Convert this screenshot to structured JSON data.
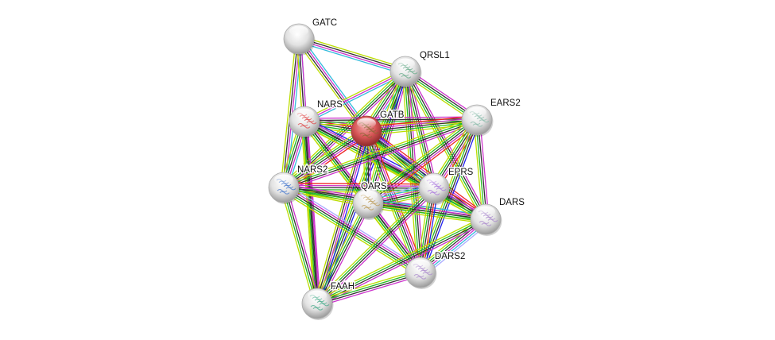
{
  "title": "Protein interaction network",
  "query_node": "GATB",
  "edge_colors": {
    "experiments": "#cc33cc",
    "databases": "#33bbdd",
    "textmining": "#bbdd00",
    "coexpression": "#333333",
    "neighborhood": "#22bb22",
    "fusion": "#ee2222",
    "cooccurrence": "#2222ee",
    "homology": "#aaaaff"
  },
  "nodes": [
    {
      "id": "GATC",
      "label": "GATC",
      "color": "#d8d8d8",
      "query": false,
      "structure": false
    },
    {
      "id": "QRSL1",
      "label": "QRSL1",
      "color": "#e4e4e4",
      "query": false,
      "structure": true,
      "structure_tint": "#66aa88"
    },
    {
      "id": "NARS",
      "label": "NARS",
      "color": "#e4e4e4",
      "query": false,
      "structure": true,
      "structure_tint": "#dd4444"
    },
    {
      "id": "GATB",
      "label": "GATB",
      "color": "#d44a4a",
      "query": true,
      "structure": true,
      "structure_tint": "#886633"
    },
    {
      "id": "EARS2",
      "label": "EARS2",
      "color": "#e4e4e4",
      "query": false,
      "structure": true,
      "structure_tint": "#88bbaa"
    },
    {
      "id": "NARS2",
      "label": "NARS2",
      "color": "#e4e4e4",
      "query": false,
      "structure": true,
      "structure_tint": "#4477cc"
    },
    {
      "id": "QARS",
      "label": "QARS",
      "color": "#e4e4e4",
      "query": false,
      "structure": true,
      "structure_tint": "#bb9955"
    },
    {
      "id": "EPRS",
      "label": "EPRS",
      "color": "#e4e4e4",
      "query": false,
      "structure": true,
      "structure_tint": "#aa77dd"
    },
    {
      "id": "DARS",
      "label": "DARS",
      "color": "#e4e4e4",
      "query": false,
      "structure": true,
      "structure_tint": "#aa88cc"
    },
    {
      "id": "DARS2",
      "label": "DARS2",
      "color": "#e4e4e4",
      "query": false,
      "structure": true,
      "structure_tint": "#aa88cc"
    },
    {
      "id": "FAAH",
      "label": "FAAH",
      "color": "#e4e4e4",
      "query": false,
      "structure": true,
      "structure_tint": "#44aa88"
    }
  ],
  "edges": [
    {
      "source": "GATC",
      "target": "QRSL1",
      "types": [
        "textmining",
        "coexpression",
        "experiments",
        "databases"
      ]
    },
    {
      "source": "GATC",
      "target": "NARS2",
      "types": [
        "databases",
        "experiments",
        "coexpression",
        "textmining"
      ]
    },
    {
      "source": "GATC",
      "target": "GATB",
      "types": [
        "databases",
        "experiments",
        "coexpression",
        "textmining"
      ]
    },
    {
      "source": "GATC",
      "target": "NARS",
      "types": [
        "databases",
        "experiments",
        "textmining"
      ]
    },
    {
      "source": "GATC",
      "target": "FAAH",
      "types": [
        "experiments",
        "coexpression",
        "textmining"
      ]
    },
    {
      "source": "QRSL1",
      "target": "GATB",
      "types": [
        "databases",
        "experiments",
        "coexpression",
        "neighborhood",
        "textmining"
      ]
    },
    {
      "source": "QRSL1",
      "target": "NARS",
      "types": [
        "databases",
        "experiments",
        "textmining"
      ]
    },
    {
      "source": "QRSL1",
      "target": "EARS2",
      "types": [
        "experiments",
        "coexpression",
        "neighborhood",
        "textmining"
      ]
    },
    {
      "source": "QRSL1",
      "target": "NARS2",
      "types": [
        "experiments",
        "coexpression",
        "neighborhood",
        "textmining"
      ]
    },
    {
      "source": "QRSL1",
      "target": "QARS",
      "types": [
        "experiments",
        "coexpression",
        "neighborhood",
        "textmining"
      ]
    },
    {
      "source": "QRSL1",
      "target": "EPRS",
      "types": [
        "experiments",
        "coexpression",
        "neighborhood",
        "textmining"
      ]
    },
    {
      "source": "QRSL1",
      "target": "DARS",
      "types": [
        "experiments",
        "coexpression",
        "neighborhood",
        "textmining"
      ]
    },
    {
      "source": "QRSL1",
      "target": "DARS2",
      "types": [
        "experiments",
        "coexpression",
        "neighborhood",
        "textmining"
      ]
    },
    {
      "source": "QRSL1",
      "target": "FAAH",
      "types": [
        "cooccurrence",
        "coexpression",
        "neighborhood",
        "textmining"
      ]
    },
    {
      "source": "NARS",
      "target": "GATB",
      "types": [
        "experiments",
        "fusion",
        "coexpression",
        "neighborhood",
        "textmining"
      ]
    },
    {
      "source": "NARS",
      "target": "EARS2",
      "types": [
        "experiments",
        "coexpression",
        "neighborhood",
        "textmining"
      ]
    },
    {
      "source": "NARS",
      "target": "NARS2",
      "types": [
        "databases",
        "experiments",
        "coexpression",
        "neighborhood",
        "textmining"
      ]
    },
    {
      "source": "NARS",
      "target": "QARS",
      "types": [
        "experiments",
        "coexpression",
        "neighborhood",
        "textmining"
      ]
    },
    {
      "source": "NARS",
      "target": "EPRS",
      "types": [
        "cooccurrence",
        "homology",
        "coexpression",
        "neighborhood",
        "textmining"
      ]
    },
    {
      "source": "NARS",
      "target": "DARS",
      "types": [
        "experiments",
        "coexpression",
        "neighborhood",
        "textmining"
      ]
    },
    {
      "source": "NARS",
      "target": "DARS2",
      "types": [
        "experiments",
        "coexpression",
        "neighborhood",
        "textmining"
      ]
    },
    {
      "source": "NARS",
      "target": "FAAH",
      "types": [
        "experiments",
        "coexpression",
        "neighborhood",
        "textmining"
      ]
    },
    {
      "source": "GATB",
      "target": "EARS2",
      "types": [
        "fusion",
        "experiments",
        "coexpression",
        "neighborhood",
        "textmining"
      ]
    },
    {
      "source": "GATB",
      "target": "NARS2",
      "types": [
        "fusion",
        "experiments",
        "coexpression",
        "neighborhood",
        "textmining"
      ]
    },
    {
      "source": "GATB",
      "target": "QARS",
      "types": [
        "experiments",
        "coexpression",
        "neighborhood",
        "textmining"
      ]
    },
    {
      "source": "GATB",
      "target": "EPRS",
      "types": [
        "cooccurrence",
        "homology",
        "coexpression",
        "neighborhood",
        "textmining"
      ]
    },
    {
      "source": "GATB",
      "target": "DARS",
      "types": [
        "fusion",
        "experiments",
        "coexpression",
        "neighborhood",
        "textmining"
      ]
    },
    {
      "source": "GATB",
      "target": "DARS2",
      "types": [
        "fusion",
        "experiments",
        "coexpression",
        "neighborhood",
        "textmining"
      ]
    },
    {
      "source": "GATB",
      "target": "FAAH",
      "types": [
        "cooccurrence",
        "experiments",
        "coexpression",
        "textmining"
      ]
    },
    {
      "source": "EARS2",
      "target": "NARS2",
      "types": [
        "experiments",
        "coexpression",
        "neighborhood",
        "textmining"
      ]
    },
    {
      "source": "EARS2",
      "target": "QARS",
      "types": [
        "fusion",
        "experiments",
        "coexpression",
        "neighborhood",
        "textmining"
      ]
    },
    {
      "source": "EARS2",
      "target": "EPRS",
      "types": [
        "fusion",
        "experiments",
        "coexpression",
        "neighborhood",
        "textmining"
      ]
    },
    {
      "source": "EARS2",
      "target": "DARS",
      "types": [
        "experiments",
        "coexpression",
        "neighborhood",
        "textmining"
      ]
    },
    {
      "source": "EARS2",
      "target": "DARS2",
      "types": [
        "cooccurrence",
        "coexpression",
        "neighborhood",
        "textmining"
      ]
    },
    {
      "source": "NARS2",
      "target": "QARS",
      "types": [
        "experiments",
        "coexpression",
        "neighborhood",
        "textmining"
      ]
    },
    {
      "source": "NARS2",
      "target": "EPRS",
      "types": [
        "fusion",
        "experiments",
        "coexpression",
        "neighborhood",
        "textmining"
      ]
    },
    {
      "source": "NARS2",
      "target": "DARS",
      "types": [
        "experiments",
        "coexpression",
        "neighborhood",
        "textmining"
      ]
    },
    {
      "source": "NARS2",
      "target": "DARS2",
      "types": [
        "homology",
        "experiments",
        "coexpression",
        "neighborhood",
        "textmining"
      ]
    },
    {
      "source": "NARS2",
      "target": "FAAH",
      "types": [
        "experiments",
        "coexpression",
        "neighborhood",
        "textmining"
      ]
    },
    {
      "source": "QARS",
      "target": "EPRS",
      "types": [
        "homology",
        "databases",
        "experiments",
        "coexpression",
        "neighborhood",
        "textmining"
      ]
    },
    {
      "source": "QARS",
      "target": "DARS",
      "types": [
        "databases",
        "experiments",
        "coexpression",
        "neighborhood",
        "textmining"
      ]
    },
    {
      "source": "QARS",
      "target": "DARS2",
      "types": [
        "experiments",
        "coexpression",
        "neighborhood",
        "textmining"
      ]
    },
    {
      "source": "QARS",
      "target": "FAAH",
      "types": [
        "experiments",
        "coexpression",
        "neighborhood",
        "textmining"
      ]
    },
    {
      "source": "EPRS",
      "target": "DARS",
      "types": [
        "fusion",
        "experiments",
        "coexpression",
        "neighborhood",
        "textmining"
      ]
    },
    {
      "source": "EPRS",
      "target": "DARS2",
      "types": [
        "cooccurrence",
        "fusion",
        "coexpression",
        "neighborhood",
        "textmining"
      ]
    },
    {
      "source": "EPRS",
      "target": "FAAH",
      "types": [
        "experiments",
        "coexpression",
        "neighborhood",
        "textmining"
      ]
    },
    {
      "source": "DARS",
      "target": "DARS2",
      "types": [
        "homology",
        "databases",
        "experiments",
        "coexpression",
        "neighborhood",
        "textmining"
      ]
    },
    {
      "source": "DARS",
      "target": "FAAH",
      "types": [
        "experiments",
        "coexpression",
        "neighborhood",
        "textmining"
      ]
    },
    {
      "source": "DARS2",
      "target": "FAAH",
      "types": [
        "experiments",
        "coexpression",
        "neighborhood",
        "textmining"
      ]
    }
  ]
}
